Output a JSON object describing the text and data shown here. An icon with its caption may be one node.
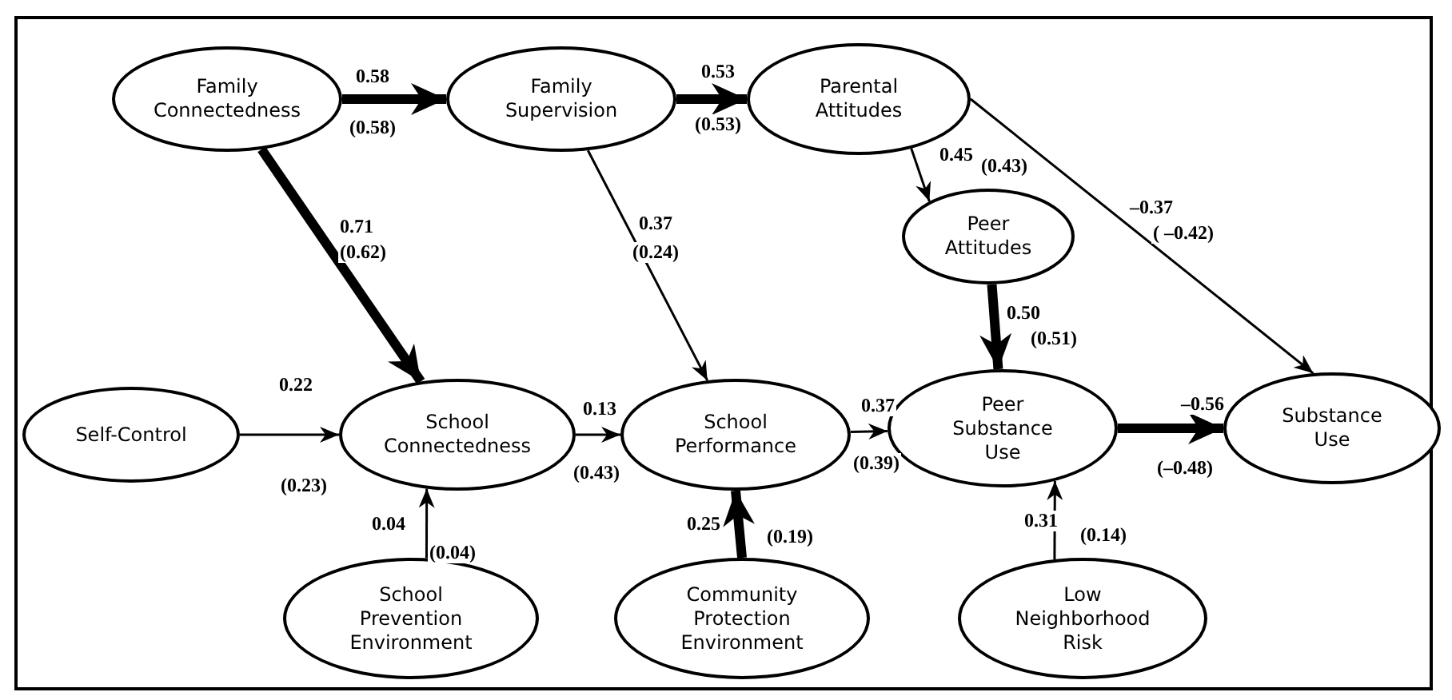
{
  "diagram": {
    "nodes": [
      {
        "text": [
          "Family Connectedness"
        ]
      },
      {
        "text": [
          "Family Supervision"
        ]
      },
      {
        "text": [
          "Parental Attitudes"
        ]
      },
      {
        "text": [
          "Peer Attitudes"
        ]
      },
      {
        "text": [
          "Self-Control"
        ]
      },
      {
        "text": [
          "School Connectedness"
        ]
      },
      {
        "text": [
          "School Performance"
        ]
      },
      {
        "text": [
          "Peer Substance Use"
        ]
      },
      {
        "text": [
          "Substance Use"
        ]
      },
      {
        "text": [
          "School Prevention Environment"
        ]
      },
      {
        "text": [
          "Community Protection Environment"
        ]
      },
      {
        "text": [
          "Low Neighborhood Risk"
        ]
      }
    ],
    "edges": [
      {
        "from": 0,
        "to": 1,
        "arrow": "to",
        "label": "0.58",
        "style": "thick"
      },
      {
        "from": 1,
        "to": 2,
        "arrow": "to",
        "label": "0.53",
        "style": "thick"
      },
      {
        "from": 0,
        "to": 5,
        "arrow": "to",
        "label": "0.71",
        "style": "thick"
      },
      {
        "from": 1,
        "to": 6,
        "arrow": "to",
        "label": "0.37"
      },
      {
        "from": 2,
        "to": 3,
        "arrow": "to",
        "label": "0.45"
      },
      {
        "from": 2,
        "to": 8,
        "arrow": "to",
        "label": "–0.37"
      },
      {
        "from": 3,
        "to": 7,
        "arrow": "to",
        "label": "0.50",
        "style": "thick"
      },
      {
        "from": 4,
        "to": 5,
        "arrow": "to",
        "label": "0.22"
      },
      {
        "from": 5,
        "to": 6,
        "arrow": "to",
        "label": "0.13"
      },
      {
        "from": 6,
        "to": 7,
        "arrow": "to",
        "label": "0.37"
      },
      {
        "from": 7,
        "to": 8,
        "arrow": "to",
        "label": "–0.56",
        "style": "thick"
      },
      {
        "from": 9,
        "to": 5,
        "arrow": "to",
        "label": "0.04"
      },
      {
        "from": 10,
        "to": 6,
        "arrow": "to",
        "label": "0.25",
        "style": "thick"
      },
      {
        "from": 11,
        "to": 7,
        "arrow": "to",
        "label": "0.31"
      }
    ],
    "labels": [
      "(0.58)",
      "(0.53)",
      "(0.62)",
      "(0.24)",
      "(0.43)",
      "( –0.42)",
      "(0.51)",
      "(0.23)",
      "(0.43)",
      "(0.39)",
      "(–0.48)",
      "(0.04)",
      "(0.19)",
      "(0.14)"
    ]
  }
}
